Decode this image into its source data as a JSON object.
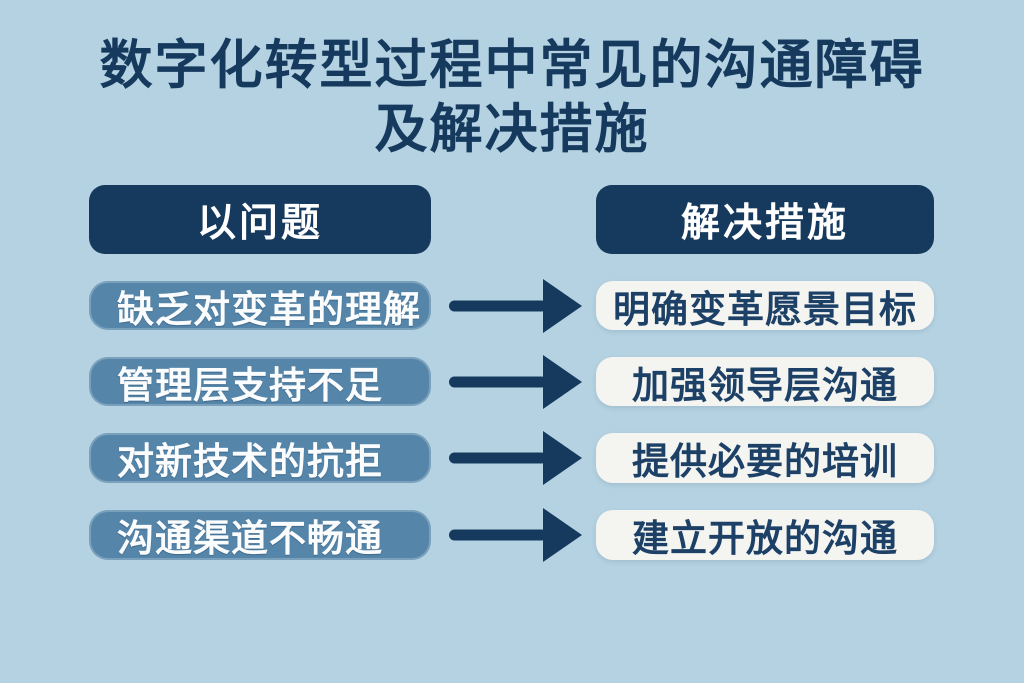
{
  "title": {
    "line1": "数字化转型过程中常见的沟通障碍",
    "line2": "及解决措施"
  },
  "columns": {
    "problems_header": "以问题",
    "solutions_header": "解决措施"
  },
  "rows": [
    {
      "problem": "缺乏对变革的理解",
      "solution": "明确变革愿景目标"
    },
    {
      "problem": "管理层支持不足",
      "solution": "加强领导层沟通"
    },
    {
      "problem": "对新技术的抗拒",
      "solution": "提供必要的培训"
    },
    {
      "problem": "沟通渠道不畅通",
      "solution": "建立开放的沟通"
    }
  ],
  "icons": {
    "arrow": "right-arrow-icon"
  },
  "colors": {
    "bg": "#b4d2e1",
    "navy": "#16395e",
    "steel": "#5586aa",
    "card": "#f4f4f1",
    "problem_text": "#fafcfd",
    "solution_text": "#1d4066"
  }
}
